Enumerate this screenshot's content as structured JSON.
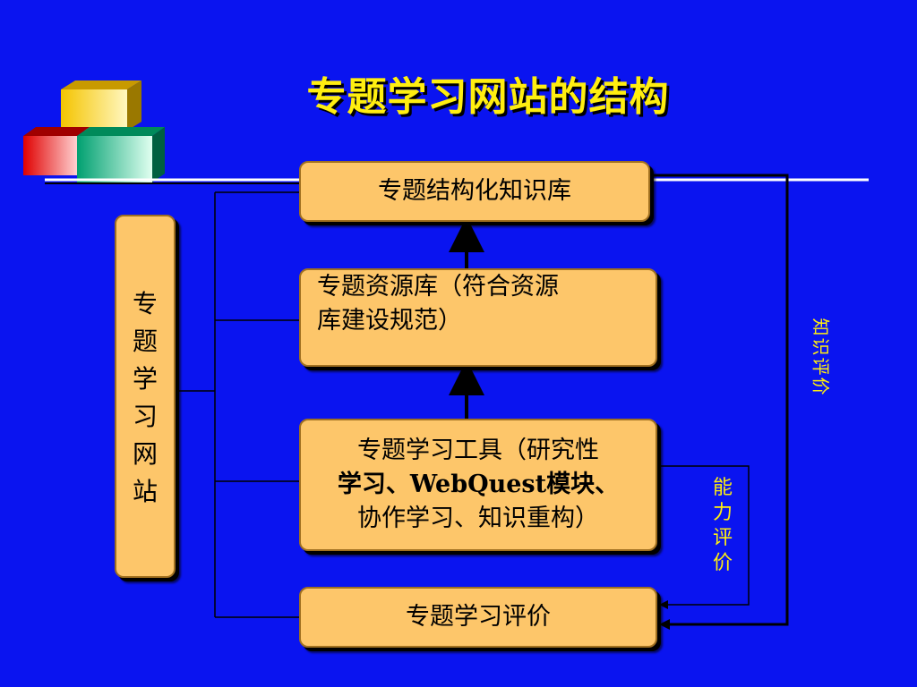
{
  "title": "专题学习网站的结构",
  "nodes": {
    "knowledge_base": "专题结构化知识库",
    "resource_lib": [
      "专题资源库（符合资源",
      "库建设规范）"
    ],
    "learning_tools": [
      "专题学习工具（研究性",
      "学习、WebQuest模块、",
      "协作学习、知识重构）"
    ],
    "evaluation": "专题学习评价",
    "website_chars": [
      "专",
      "题",
      "学",
      "习",
      "网",
      "站"
    ]
  },
  "labels": {
    "ability_eval_chars": [
      "能",
      "力",
      "评",
      "价"
    ],
    "knowledge_eval": "知识评价"
  },
  "colors": {
    "background": "#0a14f0",
    "box_fill": "#fdc66a",
    "title": "#ffee10"
  },
  "icons": {
    "logo": "stacked-color-cubes-icon"
  }
}
